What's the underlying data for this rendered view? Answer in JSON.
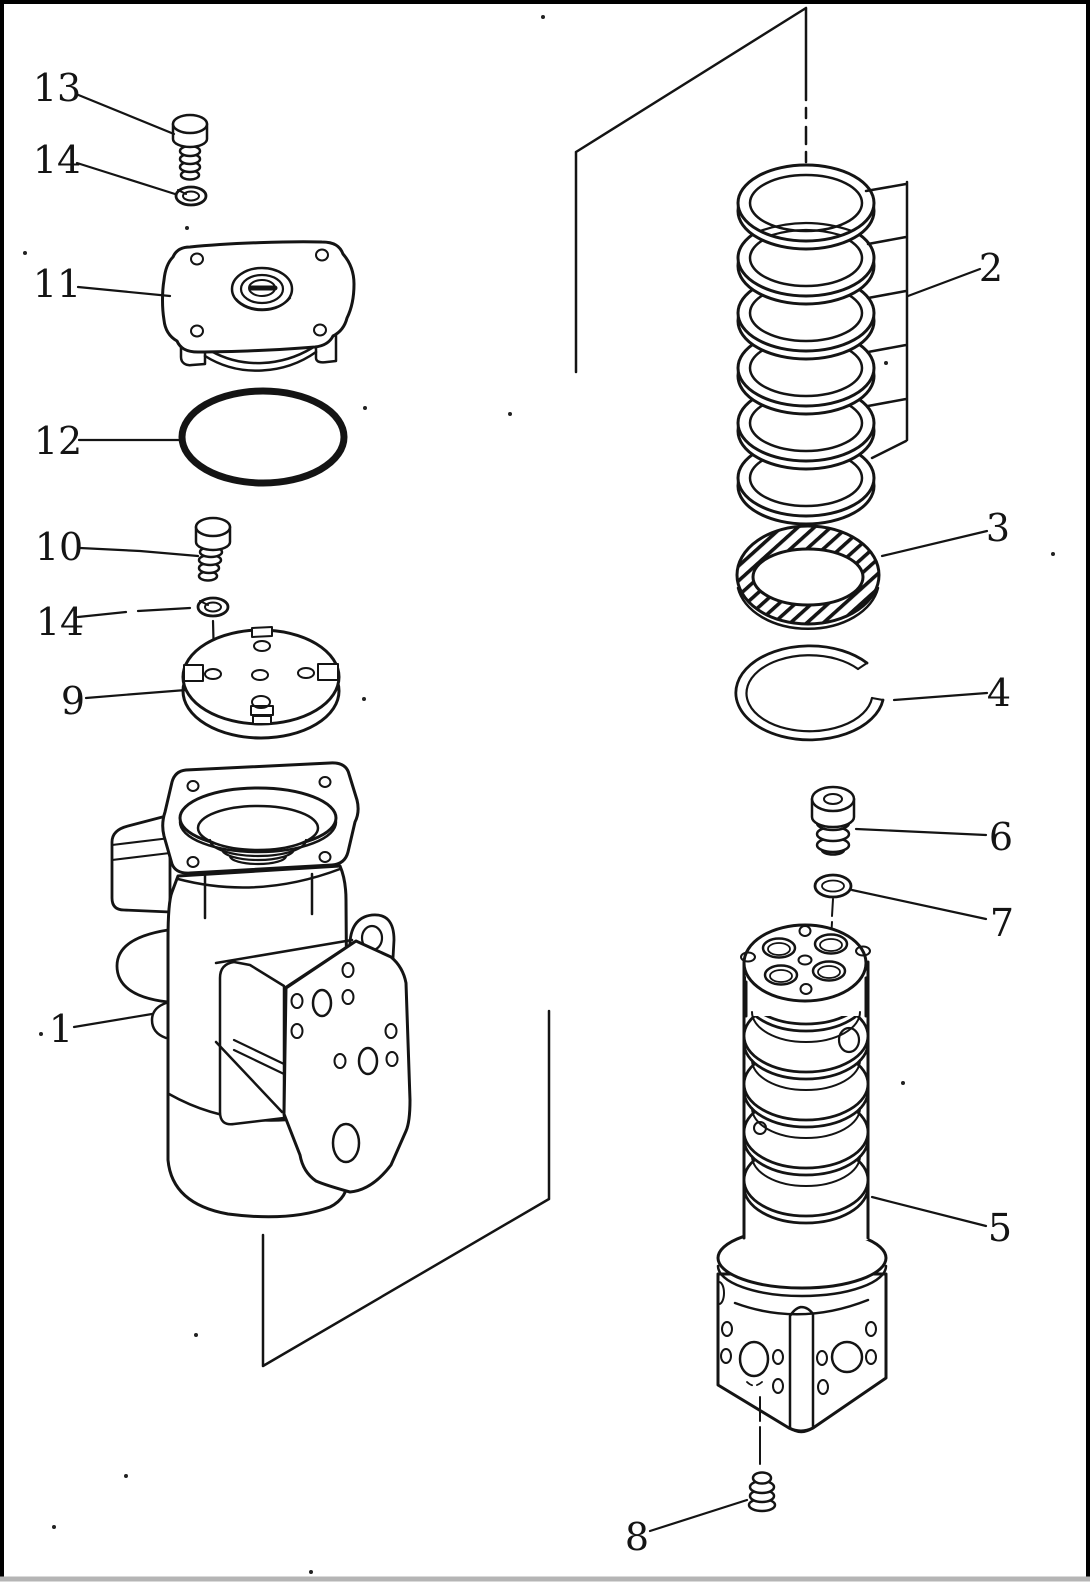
{
  "figure": {
    "kind": "exploded-parts-diagram",
    "background": "#ffffff",
    "ink_color": "#141414",
    "border_color": "#000000"
  },
  "callouts": [
    {
      "number": "13"
    },
    {
      "number": "14"
    },
    {
      "number": "11"
    },
    {
      "number": "12"
    },
    {
      "number": "10"
    },
    {
      "number": "14"
    },
    {
      "number": "9"
    },
    {
      "number": "1"
    },
    {
      "number": "2"
    },
    {
      "number": "3"
    },
    {
      "number": "4"
    },
    {
      "number": "6"
    },
    {
      "number": "7"
    },
    {
      "number": "5"
    },
    {
      "number": "8"
    }
  ]
}
